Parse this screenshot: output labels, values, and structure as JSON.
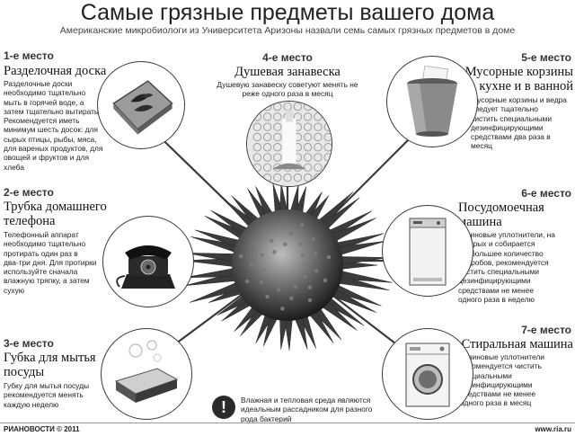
{
  "header": {
    "title": "Самые грязные предметы вашего дома",
    "subtitle": "Американские микробиологи из Университета Аризоны назвали семь самых грязных предметов в доме"
  },
  "items": [
    {
      "place": "1-е место",
      "name_lines": [
        "Разделочная доска"
      ],
      "desc_lines": [
        "Разделочные доски",
        "необходимо тщательно",
        "мыть в горячей воде, а",
        "затем тщательно вытирать.",
        "Рекомендуется иметь",
        "минимум шесть досок: для",
        "сырых птицы, рыбы, мяса,",
        "для вареных продуктов, для",
        "овощей и фруктов и для",
        "хлеба"
      ],
      "icon": "cutting-board-icon"
    },
    {
      "place": "2-е место",
      "name_lines": [
        "Трубка домашнего",
        "телефона"
      ],
      "desc_lines": [
        "Телефонный аппарат",
        "необходимо тщательно",
        "протирать один раз в",
        "два-три дня. Для протирки",
        "используйте сначала",
        "влажную тряпку, а затем",
        "сухую"
      ],
      "icon": "telephone-icon"
    },
    {
      "place": "3-е место",
      "name_lines": [
        "Губка для мытья",
        "посуды"
      ],
      "desc_lines": [
        "Губку для мытья посуды",
        "рекомендуется менять",
        "каждую неделю"
      ],
      "icon": "sponge-icon"
    },
    {
      "place": "4-е место",
      "name_lines": [
        "Душевая занавеска"
      ],
      "desc_lines": [
        "Душевую занавеску советуют менять не",
        "реже одного раза в месяц"
      ],
      "icon": "shower-curtain-icon"
    },
    {
      "place": "5-е место",
      "name_lines": [
        "Мусорные корзины",
        "на кухне и в ванной"
      ],
      "desc_lines": [
        "Мусорные корзины и ведра",
        "следует тщательно",
        "чистить специальными",
        "дезинфицирующими",
        "средствами два раза в месяц"
      ],
      "icon": "trash-bin-icon"
    },
    {
      "place": "6-е место",
      "name_lines": [
        "Посудомоечная",
        "машина"
      ],
      "desc_lines": [
        "Резиновые уплотнители, на",
        "которых и собирается",
        "наибольшее количество",
        "микробов, рекомендуется",
        "чистить специальными",
        "дезинфицирующими",
        "средствами не менее",
        "одного раза в неделю"
      ],
      "icon": "dishwasher-icon"
    },
    {
      "place": "7-е место",
      "name_lines": [
        "Стиральная машина"
      ],
      "desc_lines": [
        "Резиновые уплотнители",
        "рекомендуется чистить",
        "специальными",
        "дезинфицирующими",
        "средствами не менее",
        "одного раза в месяц"
      ],
      "icon": "washing-machine-icon"
    }
  ],
  "note": {
    "icon": "exclamation-icon",
    "symbol": "!",
    "lines": [
      "Влажная и тепловая среда являются",
      "идеальным рассадником для разного",
      "рода бактерий"
    ]
  },
  "footer": {
    "left": "РИАНОВОСТИ © 2011",
    "right": "www.ria.ru"
  },
  "colors": {
    "text": "#1a1a1a",
    "accent": "#333333",
    "background": "#ffffff"
  }
}
